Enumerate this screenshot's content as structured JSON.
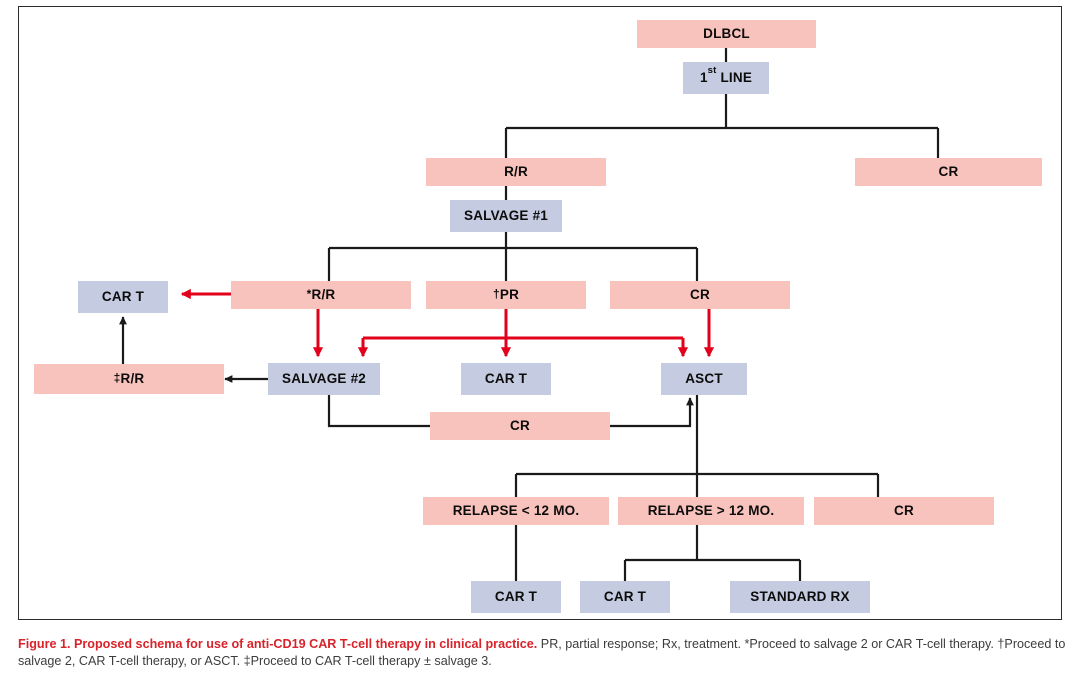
{
  "figure": {
    "caption_title": "Figure 1. Proposed schema for use of anti-CD19 CAR T-cell therapy in clinical practice.",
    "caption_body": " PR, partial response; Rx, treatment. *Proceed to salvage 2 or CAR T-cell therapy. †Proceed to salvage 2, CAR T-cell therapy, or ASCT. ‡Proceed to CAR T-cell therapy ± salvage 3."
  },
  "colors": {
    "pink": "#f8c3bc",
    "lavender": "#c5cbe0",
    "red_arrow": "#e3001b",
    "black_arrow": "#1a1a1a",
    "caption_red": "#d8232a",
    "frame": "#2b2b2b"
  },
  "nodes": {
    "dlbcl": {
      "label": "DLBCL",
      "type": "pink"
    },
    "first_line": {
      "label": "1st LINE",
      "type": "lavender",
      "sup": "st",
      "pre": "1",
      "post": " LINE"
    },
    "rr_1": {
      "label": "R/R",
      "type": "pink"
    },
    "cr_1": {
      "label": "CR",
      "type": "pink"
    },
    "salvage_1": {
      "label": "SALVAGE #1",
      "type": "lavender"
    },
    "car_t_left": {
      "label": "CAR T",
      "type": "lavender"
    },
    "rr_star": {
      "label": "*R/R",
      "type": "pink",
      "mark": "*",
      "rest": "R/R"
    },
    "pr_dagger": {
      "label": "†PR",
      "type": "pink",
      "mark": "†",
      "rest": "PR"
    },
    "cr_2": {
      "label": "CR",
      "type": "pink"
    },
    "rr_doubledagger": {
      "label": "‡R/R",
      "type": "pink",
      "mark": "‡",
      "rest": "R/R"
    },
    "salvage_2": {
      "label": "SALVAGE #2",
      "type": "lavender"
    },
    "car_t_mid": {
      "label": "CAR T",
      "type": "lavender"
    },
    "asct": {
      "label": "ASCT",
      "type": "lavender"
    },
    "cr_3": {
      "label": "CR",
      "type": "pink"
    },
    "relapse_lt": {
      "label": "RELAPSE < 12 MO.",
      "type": "pink"
    },
    "relapse_gt": {
      "label": "RELAPSE > 12 MO.",
      "type": "pink"
    },
    "cr_4": {
      "label": "CR",
      "type": "pink"
    },
    "car_t_b1": {
      "label": "CAR T",
      "type": "lavender"
    },
    "car_t_b2": {
      "label": "CAR T",
      "type": "lavender"
    },
    "standard_rx": {
      "label": "STANDARD RX",
      "type": "lavender"
    }
  }
}
